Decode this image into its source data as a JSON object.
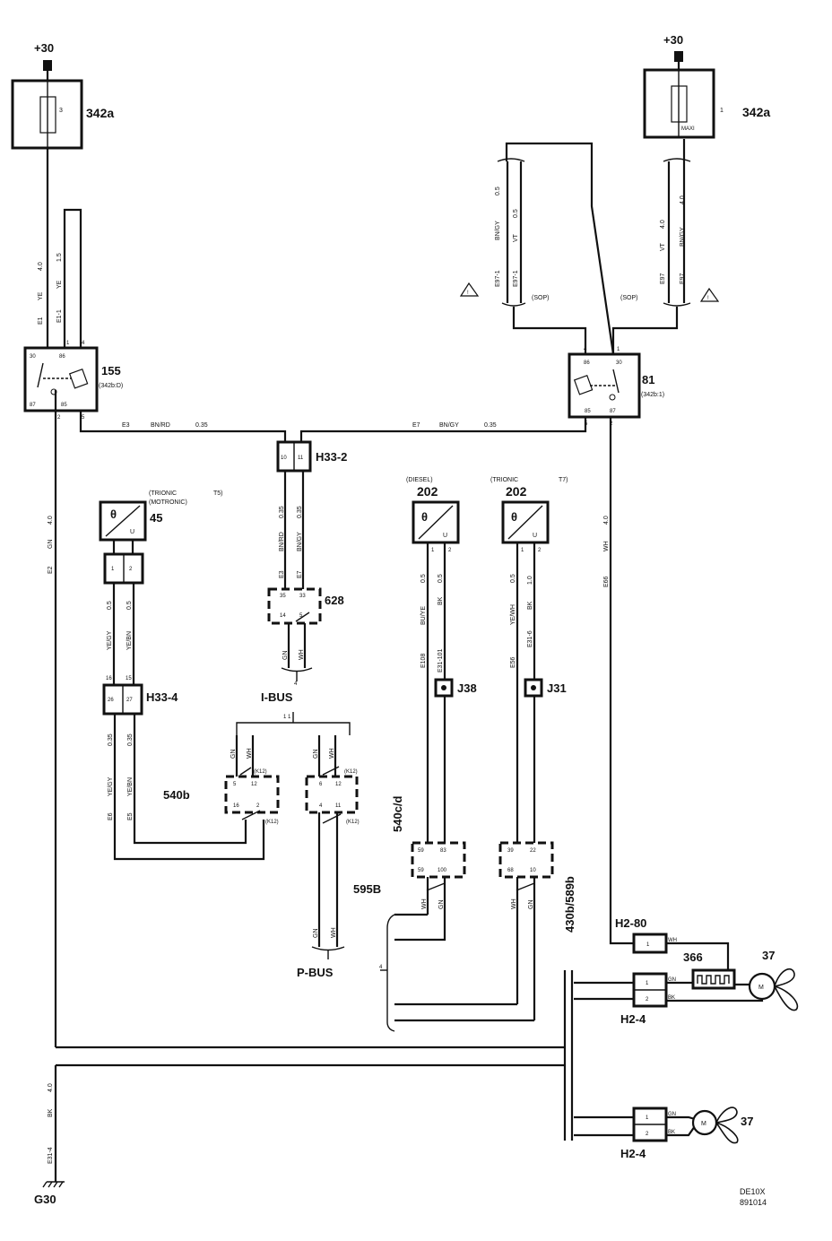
{
  "supply": {
    "left": "+30",
    "right": "+30"
  },
  "fuseboxes": {
    "left": {
      "ref": "342a",
      "fuse": "3"
    },
    "right": {
      "ref": "342a",
      "fuse": "1",
      "type": "MAXI"
    }
  },
  "relays": {
    "r155": {
      "ref": "155",
      "sub": "(342b:D)",
      "pins": {
        "p30": "30",
        "p86": "86",
        "p87": "87",
        "p85": "85",
        "w1": "1",
        "w4": "4",
        "w2": "2",
        "w5": "5"
      }
    },
    "r81": {
      "ref": "81",
      "sub": "(342b:1)",
      "pins": {
        "p86": "86",
        "p30": "30",
        "p85": "85",
        "p87": "87",
        "w4": "4",
        "w1": "1",
        "w5": "5",
        "w2": "2"
      }
    }
  },
  "wires": {
    "left_supply": {
      "size1": "4.0",
      "col1": "YE",
      "id1": "E1",
      "size2": "1.5",
      "col2": "YE",
      "id2": "E1-1"
    },
    "right_top": {
      "s1": "0.5",
      "c1": "BN/GY",
      "i1": "E97-1",
      "s2": "0.5",
      "c2": "VT",
      "i2": "E97-1",
      "s3": "4.0",
      "c3": "VT",
      "i3": "E97",
      "s4": "4.0",
      "c4": "BN/GY",
      "i4": "E97"
    },
    "sop_left": "(SOP)",
    "sop_right": "(SOP)",
    "e3": {
      "id": "E3",
      "color": "BN/RD",
      "size": "0.35"
    },
    "e7": {
      "id": "E7",
      "color": "BN/GY",
      "size": "0.35"
    },
    "ground_e2": {
      "size": "4.0",
      "color": "GN",
      "id": "E2"
    },
    "fan_e66": {
      "size": "4.0",
      "color": "WH",
      "id": "E66"
    },
    "g30": {
      "size": "4.0",
      "color": "BK",
      "id": "E31-4"
    },
    "h33_2_down": {
      "s1": "0.35",
      "c1": "BN/RD",
      "i1": "E3",
      "s2": "0.35",
      "c2": "BN/GY",
      "i2": "E7"
    },
    "c628_down": {
      "c1": "GN",
      "c2": "WH"
    },
    "s45_left": {
      "s1": "0.5",
      "c1": "YE/GY",
      "s2": "0.5",
      "c2": "YE/BN"
    },
    "s45_lower": {
      "s1": "0.35",
      "c1": "YE/GY",
      "p1": "0.35",
      "c2": "YE/BN",
      "i1": "E6",
      "i2": "E5"
    },
    "diesel": {
      "s1": "0.5",
      "c1": "BU/YE",
      "i1": "E108",
      "s2": "0.5",
      "c2": "BK",
      "i2": "E31-101"
    },
    "trionic": {
      "s1": "0.5",
      "c1": "YE/WH",
      "i1": "E56",
      "s2": "1.0",
      "c2": "BK",
      "i2": "E31-6"
    }
  },
  "connectors": {
    "h33_2": {
      "ref": "H33-2",
      "pins": [
        "10",
        "11"
      ]
    },
    "h33_4": {
      "ref": "H33-4",
      "pins": [
        "26",
        "27"
      ],
      "above": [
        "16",
        "15"
      ]
    },
    "s45": {
      "pins": [
        "1",
        "2"
      ]
    },
    "c628": {
      "ref": "628",
      "pins_top": [
        "35",
        "33"
      ],
      "pins_bot": [
        "14",
        "5"
      ]
    },
    "c540b": {
      "ref": "540b",
      "pins_top": [
        "5",
        "12"
      ],
      "pins_bot": [
        "16",
        "2"
      ],
      "bus1": "GN",
      "bus2": "WH",
      "k": "(K12)"
    },
    "c595b": {
      "ref": "595B",
      "pins_top": [
        "6",
        "12"
      ],
      "pins_bot": [
        "4",
        "11"
      ],
      "bus1": "GN",
      "bus2": "WH",
      "k": "(K12)"
    },
    "c540cd": {
      "ref": "540c/d",
      "pins_top": [
        "59",
        "83"
      ],
      "pins_bot": [
        "59",
        "100"
      ],
      "c1": "WH",
      "c2": "GN"
    },
    "c430b": {
      "ref": "430b/589b",
      "pins_top": [
        "39",
        "22"
      ],
      "pins_bot": [
        "68",
        "10"
      ],
      "c1": "WH",
      "c2": "GN"
    },
    "h2_80": {
      "ref": "H2-80",
      "pin": "1",
      "color": "WH"
    },
    "h2_4a": {
      "ref": "H2-4",
      "pins": [
        "1",
        "2"
      ],
      "colors": [
        "GN",
        "BK"
      ]
    },
    "h2_4b": {
      "ref": "H2-4",
      "pins": [
        "1",
        "2"
      ],
      "colors": [
        "GN",
        "BK"
      ]
    }
  },
  "sensors": {
    "s45": {
      "ref": "45",
      "note1": "(TRIONIC",
      "note2": "(MOTRONIC)",
      "note3": "T5)"
    },
    "s202a": {
      "ref": "202",
      "note": "(DIESEL)",
      "pins": [
        "1",
        "2"
      ]
    },
    "s202b": {
      "ref": "202",
      "note1": "(TRIONIC",
      "note2": "T7)",
      "pins": [
        "1",
        "2"
      ]
    },
    "symbol": "θ",
    "u": "U"
  },
  "junctions": {
    "j38": "J38",
    "j31": "J31"
  },
  "buses": {
    "ibus": "I-BUS",
    "pbus": "P-BUS",
    "pin": "4",
    "bus_pins": "1   1"
  },
  "resistor": {
    "ref": "366"
  },
  "motors": {
    "ref_a": "37",
    "ref_b": "37",
    "m": "M"
  },
  "ground": {
    "ref": "G30"
  },
  "footer": {
    "line1": "DE10X",
    "line2": "891014"
  },
  "warning_mark": "!"
}
